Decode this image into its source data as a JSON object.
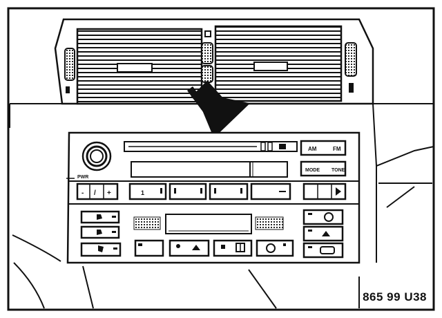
{
  "figure": {
    "reference_code": "865 99 U38"
  },
  "radio_panel": {
    "band_left_label": "AM",
    "band_right_label": "FM",
    "mode_left_label": "MODE",
    "mode_right_label": "TONE",
    "power_label": "PWR"
  },
  "colors": {
    "ink": "#111111",
    "paper": "#ffffff",
    "hatch": "#222222"
  }
}
